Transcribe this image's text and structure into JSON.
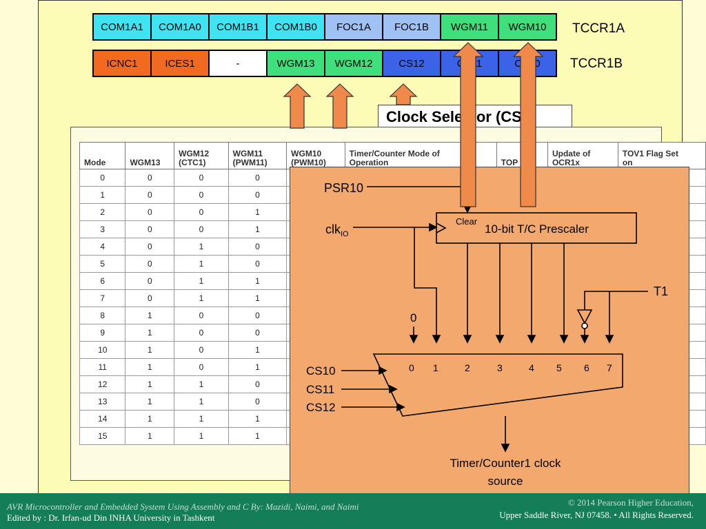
{
  "registers": {
    "tccr1a": {
      "label": "TCCR1A",
      "cells": [
        {
          "text": "COM1A1",
          "color": "#3ee4f2"
        },
        {
          "text": "COM1A0",
          "color": "#3ee4f2"
        },
        {
          "text": "COM1B1",
          "color": "#3ee4f2"
        },
        {
          "text": "COM1B0",
          "color": "#3ee4f2"
        },
        {
          "text": "FOC1A",
          "color": "#9fc1f4"
        },
        {
          "text": "FOC1B",
          "color": "#9fc1f4"
        },
        {
          "text": "WGM11",
          "color": "#3fe07c"
        },
        {
          "text": "WGM10",
          "color": "#3fe07c"
        }
      ]
    },
    "tccr1b": {
      "label": "TCCR1B",
      "cells": [
        {
          "text": "ICNC1",
          "color": "#f26a22"
        },
        {
          "text": "ICES1",
          "color": "#f26a22"
        },
        {
          "text": "-",
          "color": "#ffffff"
        },
        {
          "text": "WGM13",
          "color": "#3fe07c"
        },
        {
          "text": "WGM12",
          "color": "#3fe07c"
        },
        {
          "text": "CS12",
          "color": "#3a63e8"
        },
        {
          "text": "CS11",
          "color": "#3a63e8"
        },
        {
          "text": "CS10",
          "color": "#3a63e8"
        }
      ]
    }
  },
  "clock_selector": {
    "title": "Clock Selector (CS)"
  },
  "mode_table": {
    "headers": [
      "Mode",
      "WGM13",
      "WGM12\n(CTC1)",
      "WGM11\n(PWM11)",
      "WGM10\n(PWM10)",
      "Timer/Counter Mode of\nOperation",
      "TOP",
      "Update of\nOCR1x",
      "TOV1 Flag Set\non"
    ],
    "rows": [
      [
        "0",
        "0",
        "0",
        "0"
      ],
      [
        "1",
        "0",
        "0",
        "0"
      ],
      [
        "2",
        "0",
        "0",
        "1"
      ],
      [
        "3",
        "0",
        "0",
        "1"
      ],
      [
        "4",
        "0",
        "1",
        "0"
      ],
      [
        "5",
        "0",
        "1",
        "0"
      ],
      [
        "6",
        "0",
        "1",
        "1"
      ],
      [
        "7",
        "0",
        "1",
        "1"
      ],
      [
        "8",
        "1",
        "0",
        "0"
      ],
      [
        "9",
        "1",
        "0",
        "0"
      ],
      [
        "10",
        "1",
        "0",
        "1"
      ],
      [
        "11",
        "1",
        "0",
        "1"
      ],
      [
        "12",
        "1",
        "1",
        "0"
      ],
      [
        "13",
        "1",
        "1",
        "0"
      ],
      [
        "14",
        "1",
        "1",
        "1"
      ],
      [
        "15",
        "1",
        "1",
        "1"
      ]
    ]
  },
  "prescaler": {
    "psr10": "PSR10",
    "clk": "clk",
    "clk_sub": "IO",
    "clear": "Clear",
    "block": "10-bit T/C Prescaler",
    "t1": "T1",
    "zero": "0",
    "cs10": "CS10",
    "cs11": "CS11",
    "cs12": "CS12",
    "mux_inputs": [
      "0",
      "1",
      "2",
      "3",
      "4",
      "5",
      "6",
      "7"
    ],
    "output_line1": "Timer/Counter1 clock",
    "output_line2": "source"
  },
  "footer": {
    "line1_left": "AVR Microcontroller and Embedded System Using Assembly and C By: Mazidi, Naimi, and Naimi",
    "line2_left": "Edited by : Dr. Irfan-ud Din INHA University in Tashkent",
    "line1_right": "© 2014 Pearson Higher Education,",
    "line2_right": "Upper Saddle River, NJ 07458. • All Rights Reserved."
  },
  "colors": {
    "arrow": "#f08a4b",
    "panel": "#f3a86e",
    "footer": "#137e57"
  }
}
